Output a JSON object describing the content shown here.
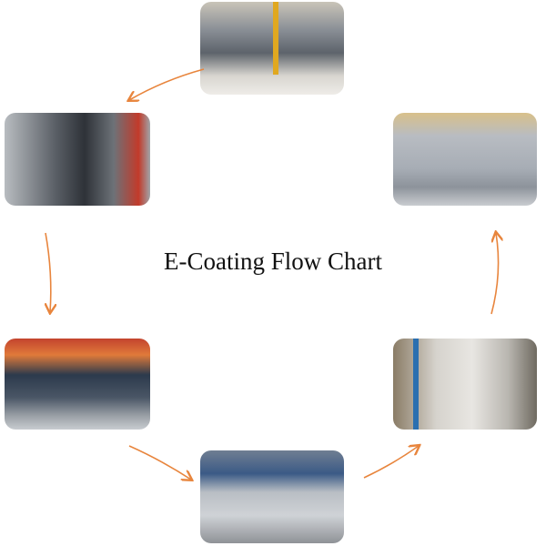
{
  "title": "E-Coating Flow Chart",
  "colors": {
    "arrow": "#e8853d"
  },
  "steps": [
    {
      "icon": "photo-parts-hanging-on-line"
    },
    {
      "icon": "photo-pretreatment-frame"
    },
    {
      "icon": "photo-frame-conveyor"
    },
    {
      "icon": "photo-coated-beam"
    },
    {
      "icon": "photo-curing-oven"
    },
    {
      "icon": "photo-finished-coated-frame"
    }
  ]
}
